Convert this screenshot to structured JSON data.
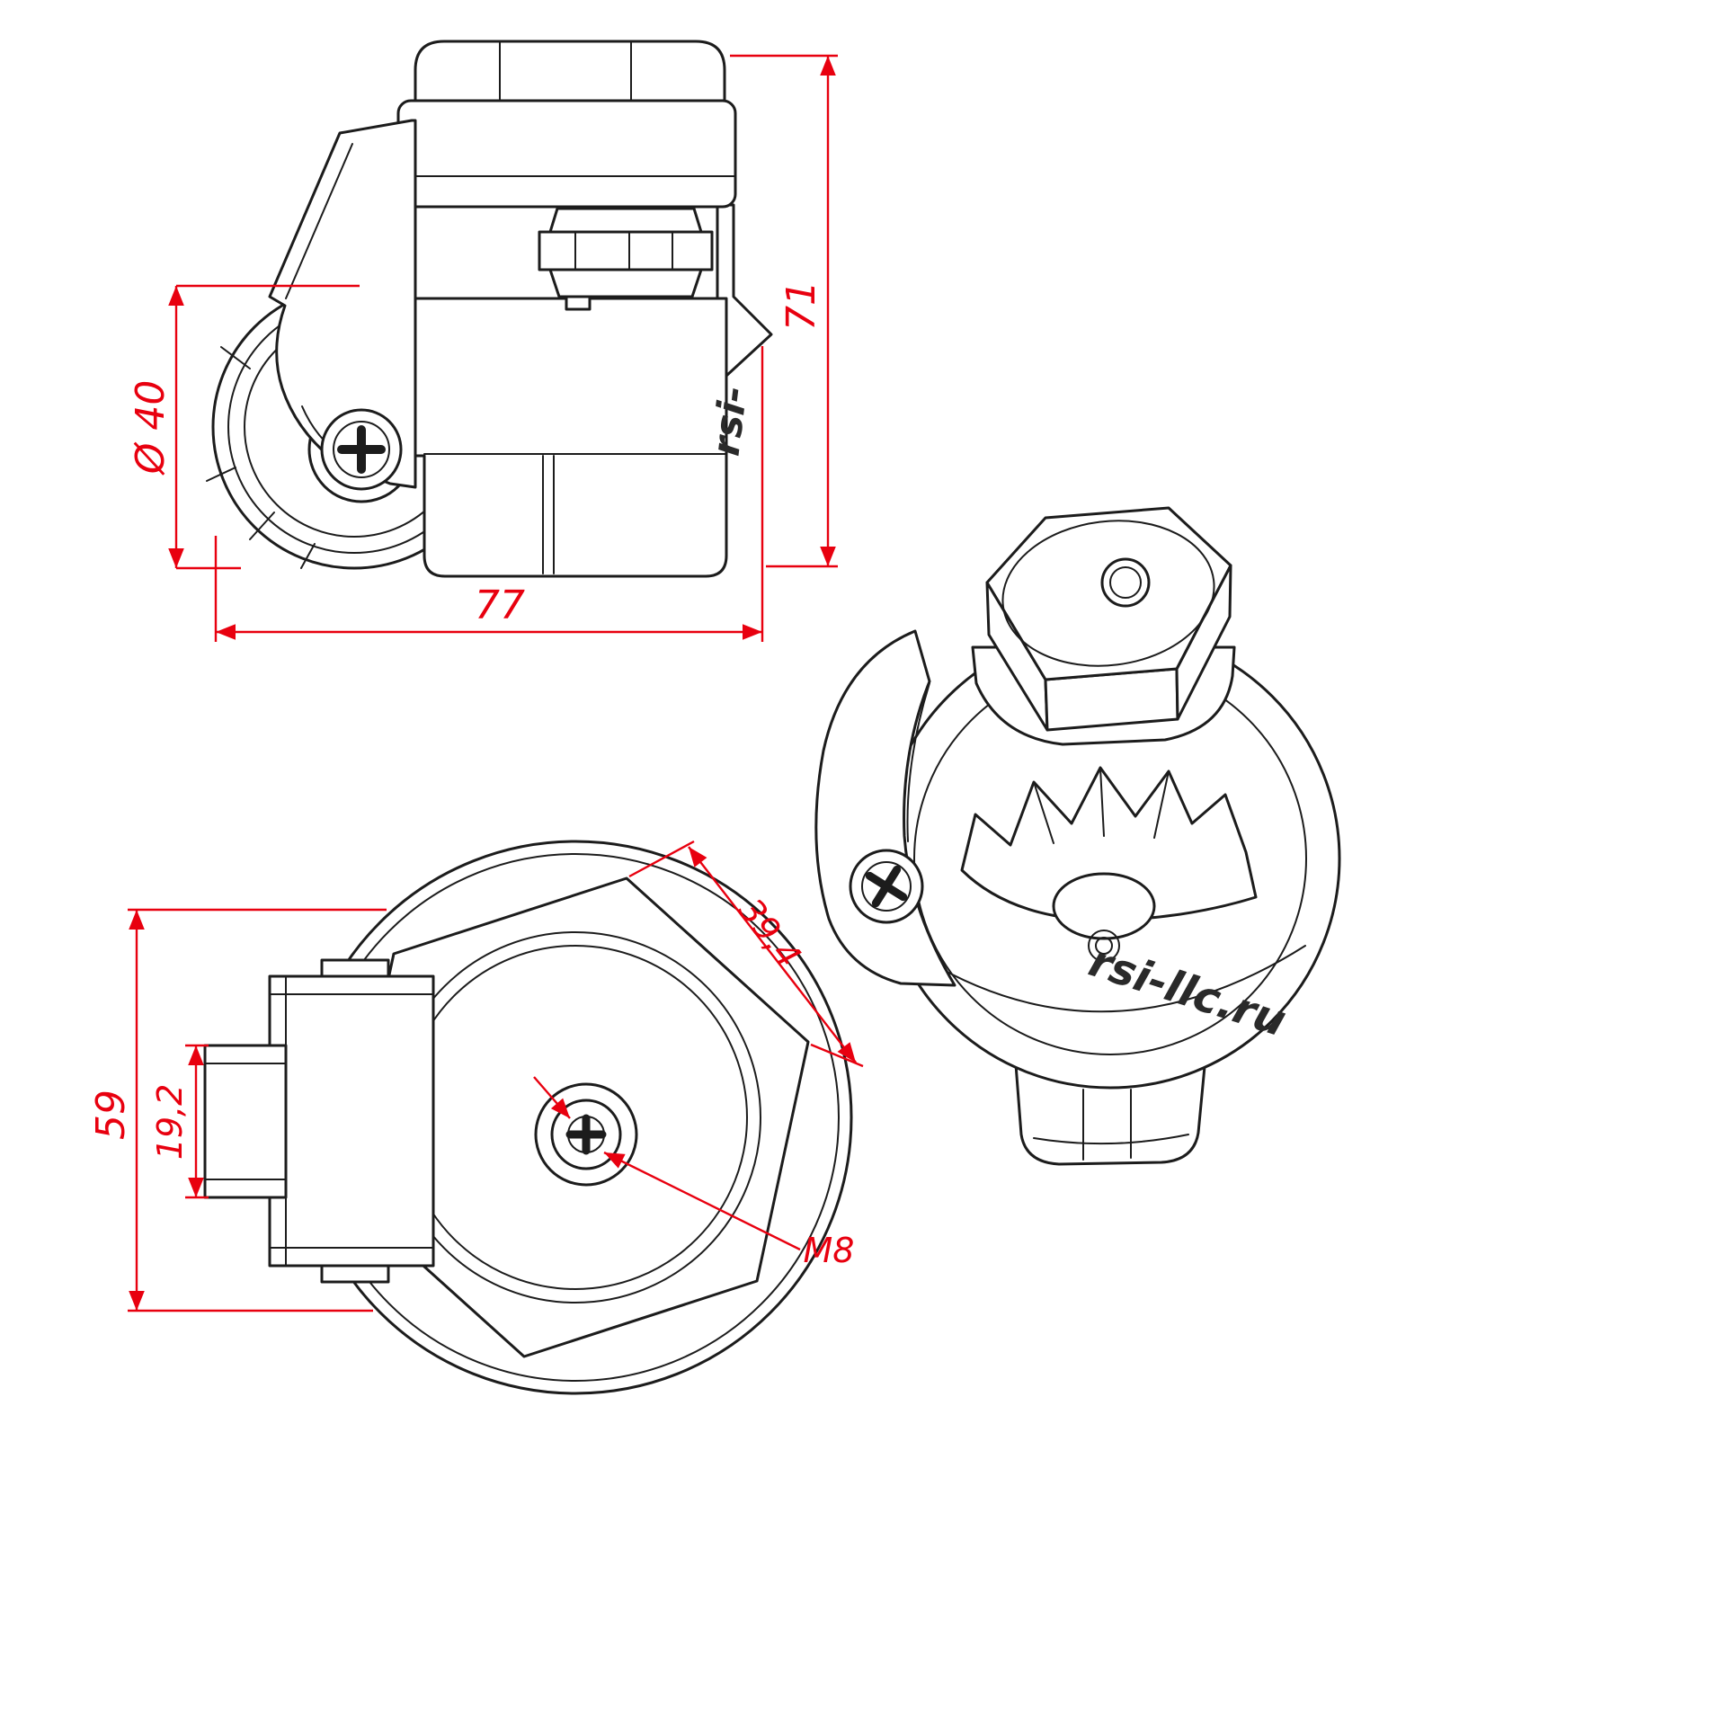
{
  "drawing": {
    "type": "technical-drawing",
    "subject": "leveling adjustment caster, three views",
    "colors": {
      "line": "#1c1c1c",
      "dimension": "#e8000f",
      "background": "#ffffff"
    },
    "views": {
      "side": {
        "brand_text": "rsi-"
      },
      "isometric": {
        "brand_text": "rsi-llc.ru"
      }
    },
    "dimensions": {
      "overall_length": "77",
      "overall_height": "71",
      "wheel_diameter": "Ø 40",
      "overall_width": "59",
      "pad_width": "19,2",
      "hex_across": "39,4",
      "thread_size": "M8"
    }
  }
}
